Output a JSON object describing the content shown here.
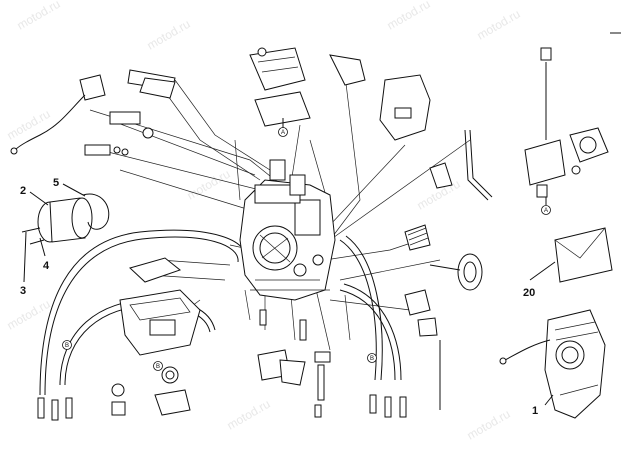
{
  "watermark": "motod.ru",
  "callouts": {
    "c1": "1",
    "c2": "2",
    "c3": "3",
    "c4": "4",
    "c5": "5",
    "c20": "20"
  },
  "circle_refs": {
    "a_top": "A",
    "a_right": "A",
    "b_left": "B",
    "b_mid": "B",
    "b_right": "B"
  }
}
